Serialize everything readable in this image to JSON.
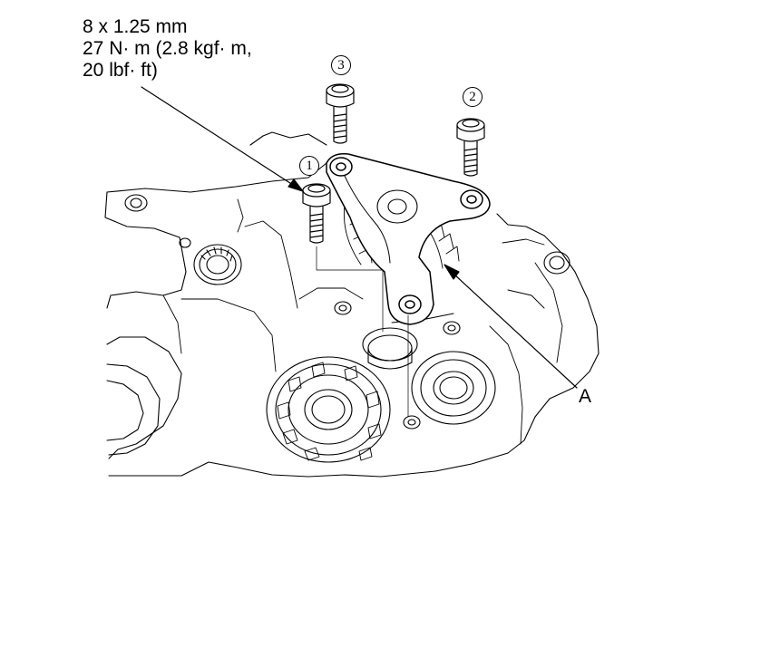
{
  "spec": {
    "line1": "8 x 1.25 mm",
    "line2": "27 N· m (2.8 kgf· m,",
    "line3": "20 lbf· ft)"
  },
  "callouts": {
    "bolt1": "1",
    "bolt2": "2",
    "bolt3": "3",
    "part_a": "A"
  }
}
